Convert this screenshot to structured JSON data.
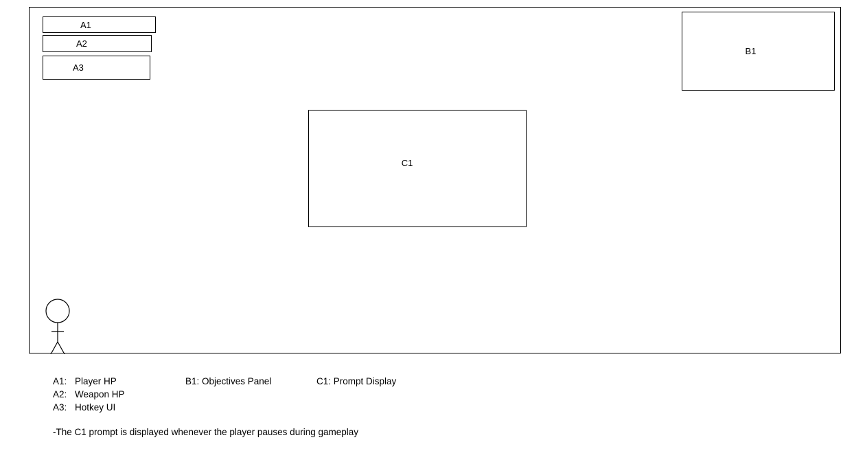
{
  "boxes": {
    "a1": "A1",
    "a2": "A2",
    "a3": "A3",
    "b1": "B1",
    "c1": "C1"
  },
  "legend": {
    "a1": {
      "key": "A1:",
      "value": "Player HP"
    },
    "a2": {
      "key": "A2:",
      "value": "Weapon HP"
    },
    "a3": {
      "key": "A3:",
      "value": "Hotkey UI"
    },
    "b1": "B1: Objectives Panel",
    "c1": "C1: Prompt Display"
  },
  "note": "-The C1 prompt is displayed whenever the player pauses during gameplay",
  "icons": {
    "player": "stick-figure-icon"
  }
}
